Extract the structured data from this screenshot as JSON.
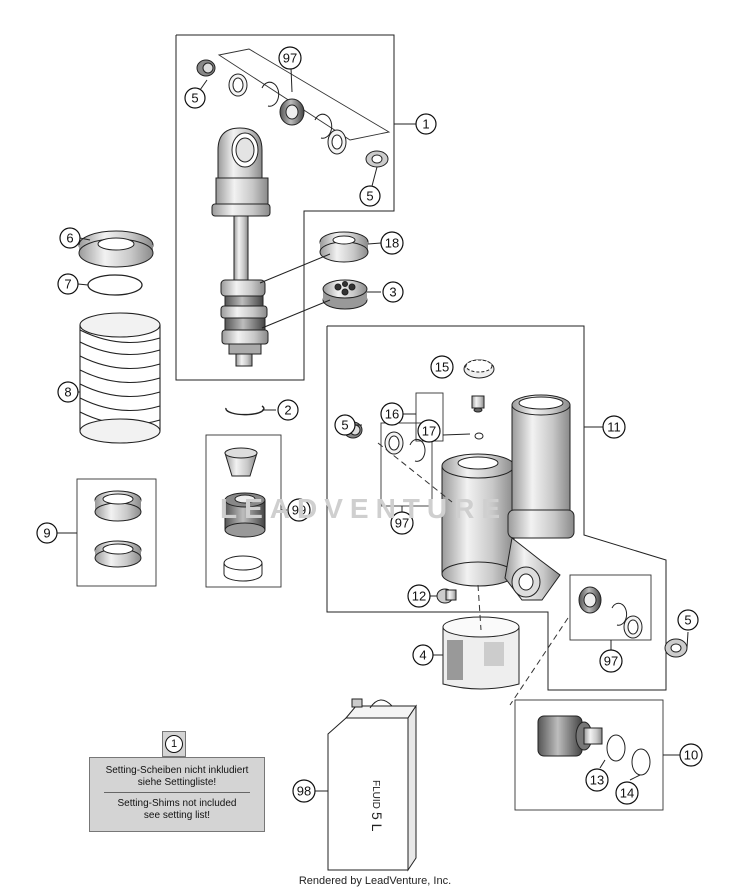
{
  "diagram": {
    "callouts": [
      {
        "id": "c1",
        "text": "1"
      },
      {
        "id": "c2",
        "text": "2"
      },
      {
        "id": "c3",
        "text": "3"
      },
      {
        "id": "c4",
        "text": "4"
      },
      {
        "id": "c5a",
        "text": "5"
      },
      {
        "id": "c5b",
        "text": "5"
      },
      {
        "id": "c5c",
        "text": "5"
      },
      {
        "id": "c5d",
        "text": "5"
      },
      {
        "id": "c6",
        "text": "6"
      },
      {
        "id": "c7",
        "text": "7"
      },
      {
        "id": "c8",
        "text": "8"
      },
      {
        "id": "c9",
        "text": "9"
      },
      {
        "id": "c10",
        "text": "10"
      },
      {
        "id": "c11",
        "text": "11"
      },
      {
        "id": "c12",
        "text": "12"
      },
      {
        "id": "c13",
        "text": "13"
      },
      {
        "id": "c14",
        "text": "14"
      },
      {
        "id": "c15",
        "text": "15"
      },
      {
        "id": "c16",
        "text": "16"
      },
      {
        "id": "c17",
        "text": "17"
      },
      {
        "id": "c18",
        "text": "18"
      },
      {
        "id": "c97a",
        "text": "97"
      },
      {
        "id": "c97b",
        "text": "97"
      },
      {
        "id": "c97c",
        "text": "97"
      },
      {
        "id": "c98",
        "text": "98"
      },
      {
        "id": "c99",
        "text": "99"
      }
    ],
    "note": {
      "ref": "1",
      "line1": "Setting-Scheiben nicht inkludiert",
      "line2": "siehe Settingliste!",
      "line3": "Setting-Shims not included",
      "line4": "see setting list!"
    },
    "can_label_top": "FLUID",
    "can_label_bottom": "5 L",
    "watermark": "LEADVENTURE",
    "footer": "Rendered by LeadVenture, Inc."
  }
}
